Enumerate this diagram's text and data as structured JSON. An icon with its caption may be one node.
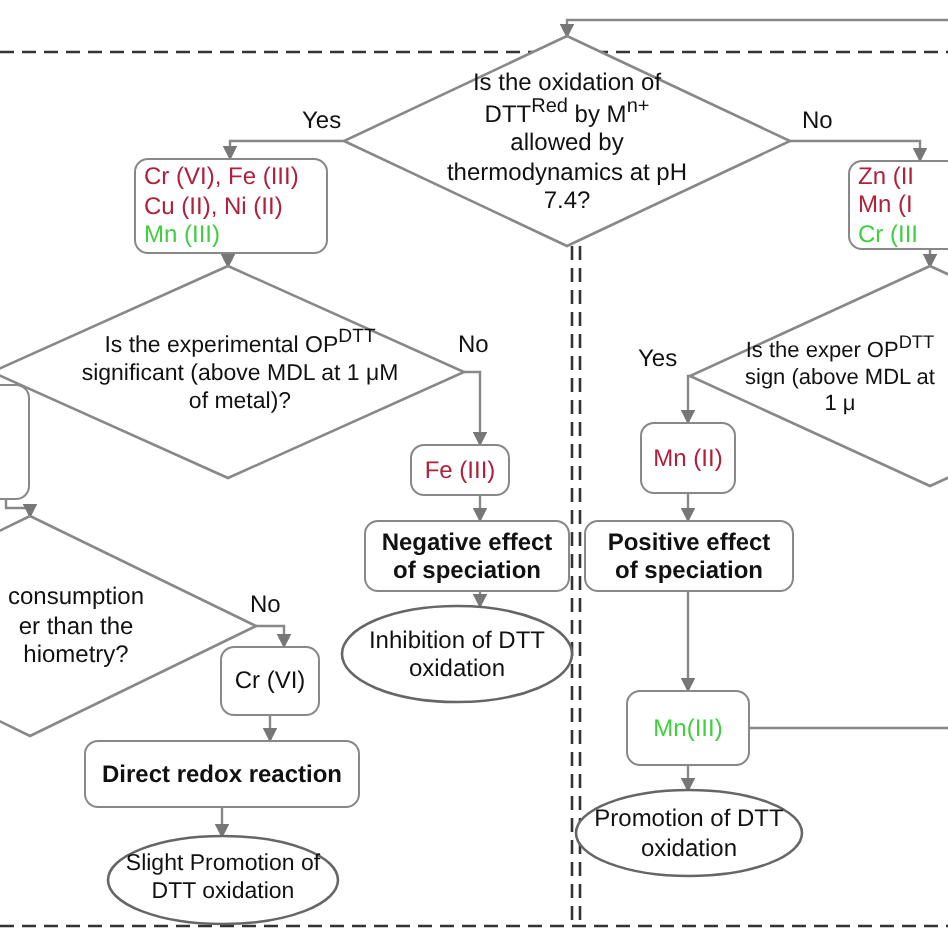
{
  "diagram": {
    "nodes": [
      {
        "text": [
          "Is the oxidation of DTT$^{Red}$ by M$^{n+}$ allowed by thermodynamics at pH 7.4?"
        ]
      },
      {
        "text": [
          "Cr (VI), Fe (III)",
          "Cu (II), Ni (II)",
          "Mn (III)"
        ]
      },
      {
        "text": [
          "Zn (II",
          "Mn (I",
          "Cr (III"
        ]
      },
      {
        "text": [
          "Is the experimental OP$^{DTT}$ significant (above MDL at 1 μM of metal)?"
        ]
      },
      {
        "text": [],
        "shape": "box"
      },
      {
        "text": [
          "Fe (III)"
        ]
      },
      {
        "text": [
          "Negative effect of speciation"
        ]
      },
      {
        "text": [
          "Inhibition of DTT oxidation"
        ]
      },
      {
        "text": [
          "consumption er than the hiometry?"
        ]
      },
      {
        "text": [
          "Cr (VI)"
        ]
      },
      {
        "text": [
          "Direct redox reaction"
        ]
      },
      {
        "text": [
          "Slight Promotion of DTT oxidation"
        ]
      },
      {
        "text": [
          "Is the exper OP$^{DTT}$ sign (above MDL at 1 μ"
        ]
      },
      {
        "text": [
          "Mn (II)"
        ]
      },
      {
        "text": [
          "Positive effect of speciation"
        ]
      },
      {
        "text": [
          "Mn(III)"
        ]
      },
      {
        "text": [
          "Promotion of DTT oxidation"
        ]
      }
    ],
    "edges": [
      {
        "from": null,
        "to": 0,
        "arrow": "to"
      },
      {
        "from": 0,
        "to": 1,
        "arrow": "to",
        "label": "Yes"
      },
      {
        "from": 0,
        "to": 2,
        "arrow": "to",
        "label": "No"
      },
      {
        "from": 1,
        "to": 3,
        "arrow": "to"
      },
      {
        "from": 3,
        "to": 5,
        "arrow": "to",
        "label": "No"
      },
      {
        "from": 5,
        "to": 6,
        "arrow": "to"
      },
      {
        "from": 6,
        "to": 7,
        "arrow": "to"
      },
      {
        "from": 4,
        "to": 8,
        "arrow": "to"
      },
      {
        "from": 8,
        "to": 9,
        "arrow": "to",
        "label": "No"
      },
      {
        "from": 9,
        "to": 10,
        "arrow": "to"
      },
      {
        "from": 10,
        "to": 11,
        "arrow": "to"
      },
      {
        "from": 2,
        "to": 12,
        "arrow": "to"
      },
      {
        "from": 12,
        "to": 13,
        "arrow": "to",
        "label": "Yes"
      },
      {
        "from": 13,
        "to": 14,
        "arrow": "to"
      },
      {
        "from": 14,
        "to": 15,
        "arrow": "to"
      },
      {
        "from": 15,
        "to": 16,
        "arrow": "to"
      },
      {
        "from": 15,
        "to": null,
        "arrow": "none"
      }
    ]
  }
}
